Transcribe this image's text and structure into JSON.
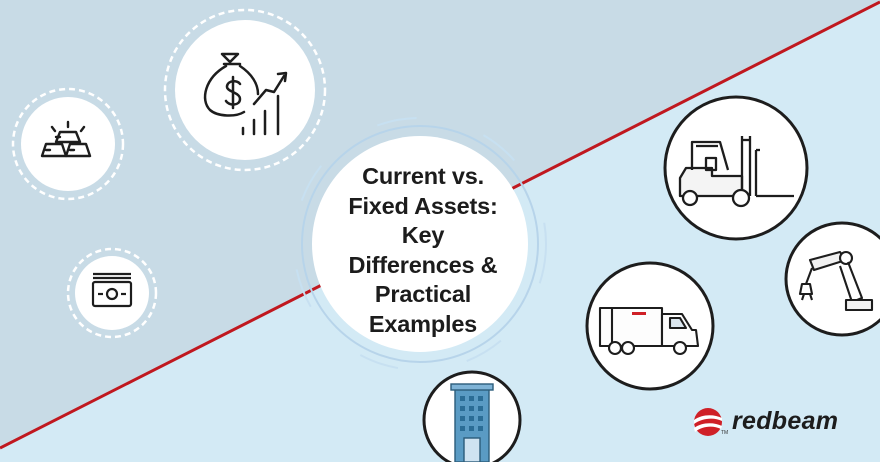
{
  "title_lines": [
    "Current vs.",
    "Fixed Assets:",
    "Key",
    "Differences &",
    "Practical",
    "Examples"
  ],
  "brand": {
    "name": "redbeam",
    "mark": "TM"
  },
  "colors": {
    "bg_left": "#c8dbe6",
    "bg_right": "#d3eaf5",
    "accent_line": "#c0181f",
    "brand_red": "#cf2027",
    "ink": "#1c1c1c",
    "ring": "#b7d4ea"
  },
  "icons": [
    "gold-bars-icon",
    "money-bag-growth-icon",
    "cash-stack-icon",
    "forklift-icon",
    "robotic-arm-icon",
    "delivery-truck-icon",
    "office-building-icon"
  ]
}
